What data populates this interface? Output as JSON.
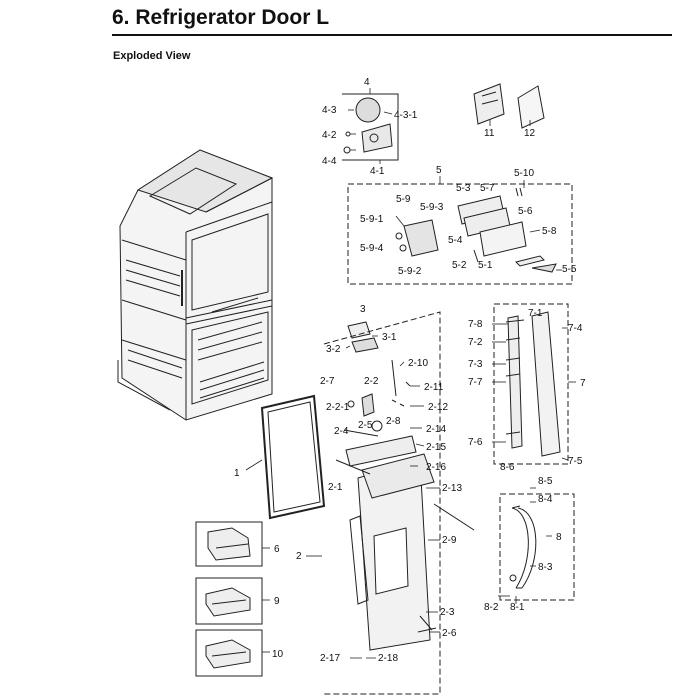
{
  "header": {
    "title": "6.  Refrigerator Door L",
    "subtitle": "Exploded View"
  },
  "callouts": [
    "4",
    "4-3",
    "4-3-1",
    "4-2",
    "4-4",
    "4-1",
    "11",
    "12",
    "5",
    "5-10",
    "5-3",
    "5-7",
    "5-9",
    "5-9-3",
    "5-6",
    "5-9-1",
    "5-8",
    "5-4",
    "5-9-4",
    "5-2",
    "5-1",
    "5-9-2",
    "5-5",
    "3",
    "3-1",
    "3-2",
    "2-10",
    "2-7",
    "2-2",
    "2-11",
    "2-2-1",
    "2-12",
    "2-14",
    "2-4",
    "2-5",
    "2-8",
    "2-15",
    "2-16",
    "2-1",
    "2-13",
    "1",
    "2",
    "2-9",
    "2-3",
    "2-6",
    "2-17",
    "2-18",
    "7-8",
    "7-1",
    "7-4",
    "7-2",
    "7-3",
    "7",
    "7-7",
    "7-6",
    "7-5",
    "8-6",
    "8-5",
    "8-4",
    "8",
    "8-3",
    "8-2",
    "8-1",
    "6",
    "9",
    "10"
  ]
}
